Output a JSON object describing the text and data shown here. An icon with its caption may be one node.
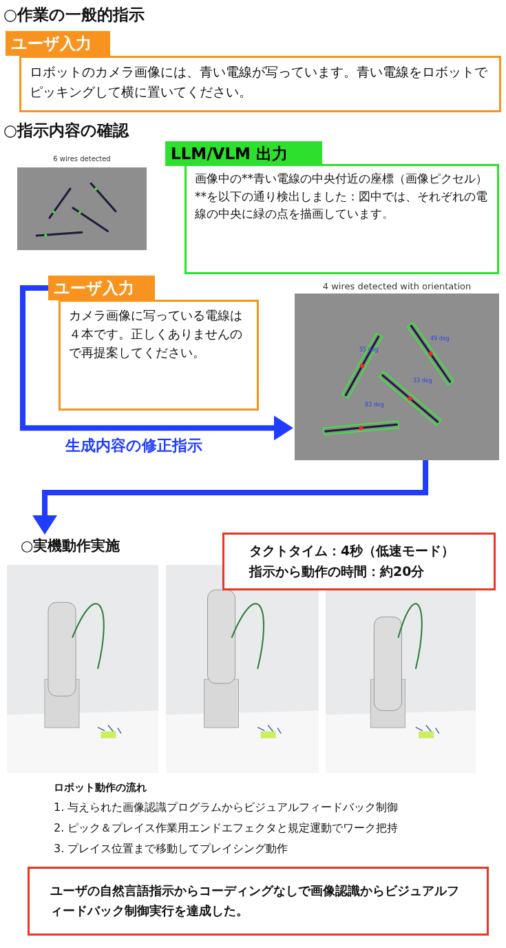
{
  "diagram": {
    "nodes": [
      {
        "text": [
          "ユーザ入力",
          "ロボットのカメラ画像には、青い電線が写っています。青い電線をロボットでピッキングして横に置いてください。"
        ]
      },
      {
        "text": [],
        "shape": "picture",
        "beside": [
          "6 wires detected"
        ]
      },
      {
        "text": [
          "LLM/VLM 出力",
          "画像中の**青い電線の中央付近の座標（画像ピクセル）**を以下の通り検出しました：図中では、それぞれの電線の中央に緑の点を描画しています。"
        ]
      },
      {
        "text": [
          "ユーザ入力",
          "カメラ画像に写っている電線は４本です。正しくありませんので再提案してください。"
        ]
      },
      {
        "text": [],
        "shape": "picture",
        "beside": [
          "4 wires detected with orientation"
        ]
      },
      {
        "text": [
          "○実機動作実施"
        ]
      },
      {
        "text": [
          "タクトタイム：4秒（低速モード）",
          "指示から動作の時間：約20分"
        ]
      },
      {
        "text": [],
        "shape": "picture"
      },
      {
        "text": [],
        "shape": "picture"
      },
      {
        "text": [],
        "shape": "picture"
      },
      {
        "text": [
          "ユーザの自然言語指示からコーディングなしで画像認識からビジュアルフィードバック制御実行を達成した。"
        ]
      }
    ],
    "edges": [
      {
        "from": 3,
        "to": 4,
        "arrow": "to",
        "label": "生成内容の修正指示"
      },
      {
        "from": 4,
        "to": 5,
        "arrow": "to"
      }
    ],
    "labels": [
      "○作業の一般的指示",
      "○指示内容の確認",
      "49 deg",
      "55 deg",
      "33 deg",
      "83 deg",
      "ロボット動作の流れ",
      "1. 与えられた画像認識プログラムからビジュアルフィードバック制御",
      "2. ピック＆プレイス作業用エンドエフェクタと規定運動でワーク把持",
      "3. プレイス位置まで移動してプレイシング動作"
    ]
  }
}
